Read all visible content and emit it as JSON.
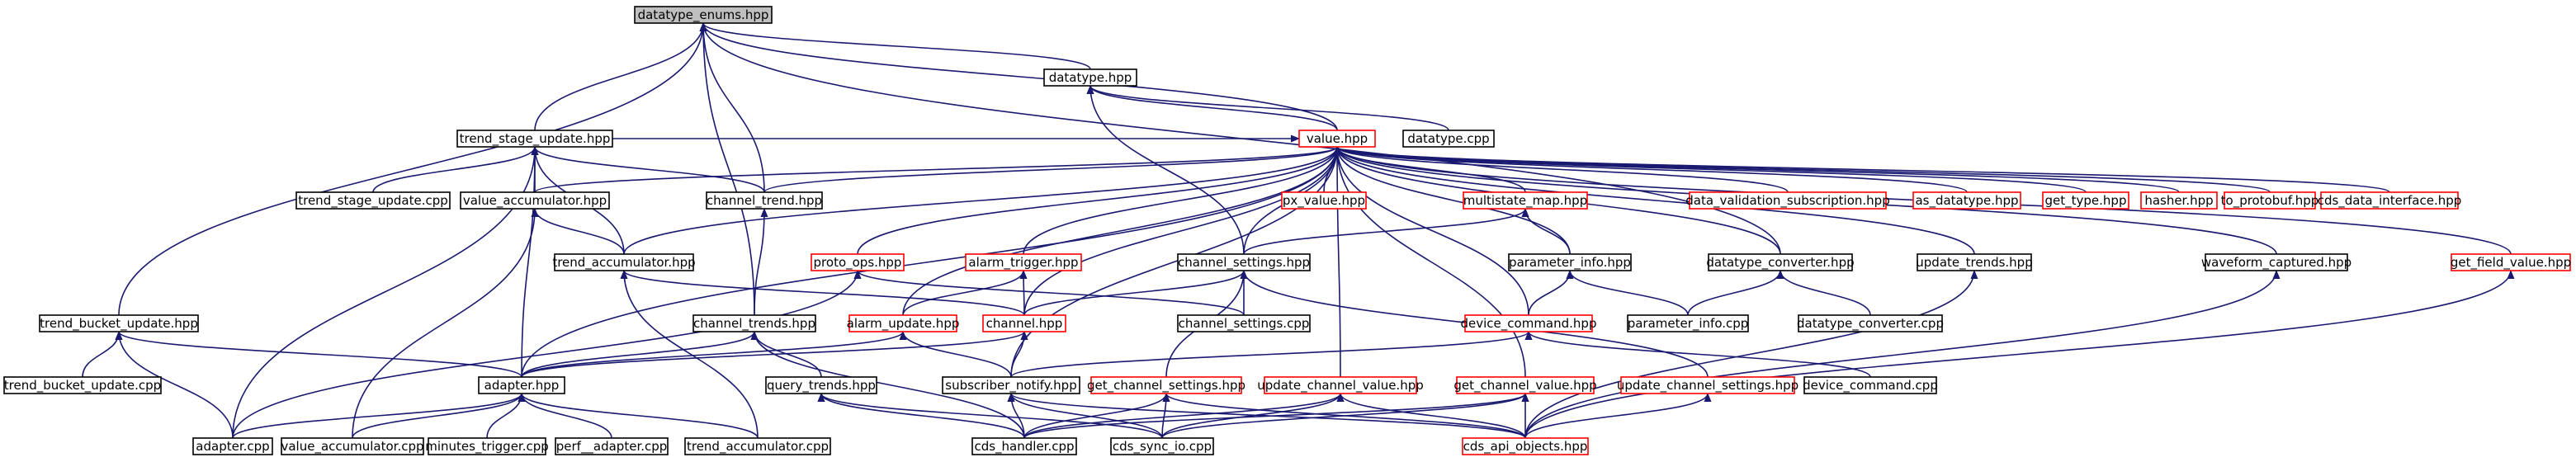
{
  "colors": {
    "edge": "#191970",
    "node_border": "#000000",
    "truncated_border": "#ff0000",
    "focus_fill": "#bfbfbf",
    "background": "#ffffff"
  },
  "nodes": {
    "datatype_enums_hpp": "datatype_enums.hpp",
    "datatype_hpp": "datatype.hpp",
    "value_hpp": "value.hpp",
    "datatype_cpp": "datatype.cpp",
    "trend_stage_update_hpp": "trend_stage_update.hpp",
    "trend_stage_update_cpp": "trend_stage_update.cpp",
    "value_accumulator_hpp": "value_accumulator.hpp",
    "channel_trend_hpp": "channel_trend.hpp",
    "px_value_hpp": "px_value.hpp",
    "multistate_map_hpp": "multistate_map.hpp",
    "data_validation_subscription_hpp": "data_validation_subscription.hpp",
    "as_datatype_hpp": "as_datatype.hpp",
    "get_type_hpp": "get_type.hpp",
    "hasher_hpp": "hasher.hpp",
    "to_protobuf_hpp": "to_protobuf.hpp",
    "cds_data_interface_hpp": "cds_data_interface.hpp",
    "trend_accumulator_hpp": "trend_accumulator.hpp",
    "proto_ops_hpp": "proto_ops.hpp",
    "alarm_trigger_hpp": "alarm_trigger.hpp",
    "channel_settings_hpp": "channel_settings.hpp",
    "parameter_info_hpp": "parameter_info.hpp",
    "datatype_converter_hpp": "datatype_converter.hpp",
    "update_trends_hpp": "update_trends.hpp",
    "waveform_captured_hpp": "waveform_captured.hpp",
    "get_field_value_hpp": "get_field_value.hpp",
    "trend_bucket_update_hpp": "trend_bucket_update.hpp",
    "channel_trends_hpp": "channel_trends.hpp",
    "alarm_update_hpp": "alarm_update.hpp",
    "channel_hpp": "channel.hpp",
    "channel_settings_cpp": "channel_settings.cpp",
    "device_command_hpp": "device_command.hpp",
    "parameter_info_cpp": "parameter_info.cpp",
    "datatype_converter_cpp": "datatype_converter.cpp",
    "trend_bucket_update_cpp": "trend_bucket_update.cpp",
    "adapter_hpp": "adapter.hpp",
    "query_trends_hpp": "query_trends.hpp",
    "subscriber_notify_hpp": "subscriber_notify.hpp",
    "get_channel_settings_hpp": "get_channel_settings.hpp",
    "update_channel_value_hpp": "update_channel_value.hpp",
    "get_channel_value_hpp": "get_channel_value.hpp",
    "update_channel_settings_hpp": "update_channel_settings.hpp",
    "device_command_cpp": "device_command.cpp",
    "adapter_cpp": "adapter.cpp",
    "value_accumulator_cpp": "value_accumulator.cpp",
    "minutes_trigger_cpp": "minutes_trigger.cpp",
    "perf_adapter_cpp": "perf__adapter.cpp",
    "trend_accumulator_cpp": "trend_accumulator.cpp",
    "cds_handler_cpp": "cds_handler.cpp",
    "cds_sync_io_cpp": "cds_sync_io.cpp",
    "cds_api_objects_hpp": "cds_api_objects.hpp"
  }
}
